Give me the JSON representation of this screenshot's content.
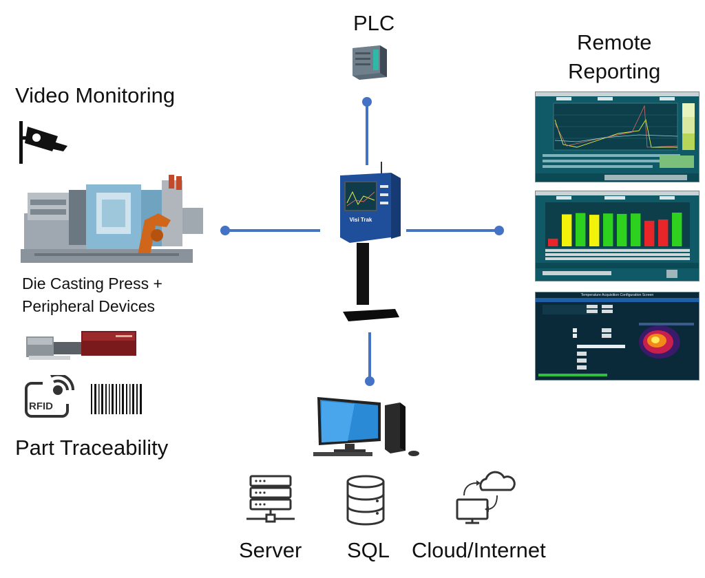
{
  "labels": {
    "plc": "PLC",
    "remote_reporting_line1": "Remote",
    "remote_reporting_line2": "Reporting",
    "video_monitoring": "Video Monitoring",
    "die_casting_line1": "Die Casting Press +",
    "die_casting_line2": "Peripheral Devices",
    "part_traceability": "Part Traceability",
    "server": "Server",
    "sql": "SQL",
    "cloud_internet": "Cloud/Internet",
    "rfid": "RFID",
    "kiosk_brand": "Visi Trak",
    "screen3_title": "Temperature Acquisition Configuration Screen"
  },
  "colors": {
    "connector": "#4472c4",
    "icon_stroke": "#333333",
    "kiosk_blue": "#1f4e9a"
  },
  "icons": [
    "camera-icon",
    "server-icon",
    "database-icon",
    "cloud-computer-icon",
    "rfid-icon",
    "barcode-icon"
  ],
  "bar_screen_levels": [
    {
      "color": "#e8262a",
      "level": 0.18
    },
    {
      "color": "#f2f20a",
      "level": 0.75
    },
    {
      "color": "#2fd11f",
      "level": 0.78
    },
    {
      "color": "#f2f20a",
      "level": 0.74
    },
    {
      "color": "#2fd11f",
      "level": 0.77
    },
    {
      "color": "#2fd11f",
      "level": 0.76
    },
    {
      "color": "#2fd11f",
      "level": 0.77
    },
    {
      "color": "#e8262a",
      "level": 0.6
    },
    {
      "color": "#e8262a",
      "level": 0.63
    },
    {
      "color": "#2fd11f",
      "level": 0.79
    }
  ]
}
